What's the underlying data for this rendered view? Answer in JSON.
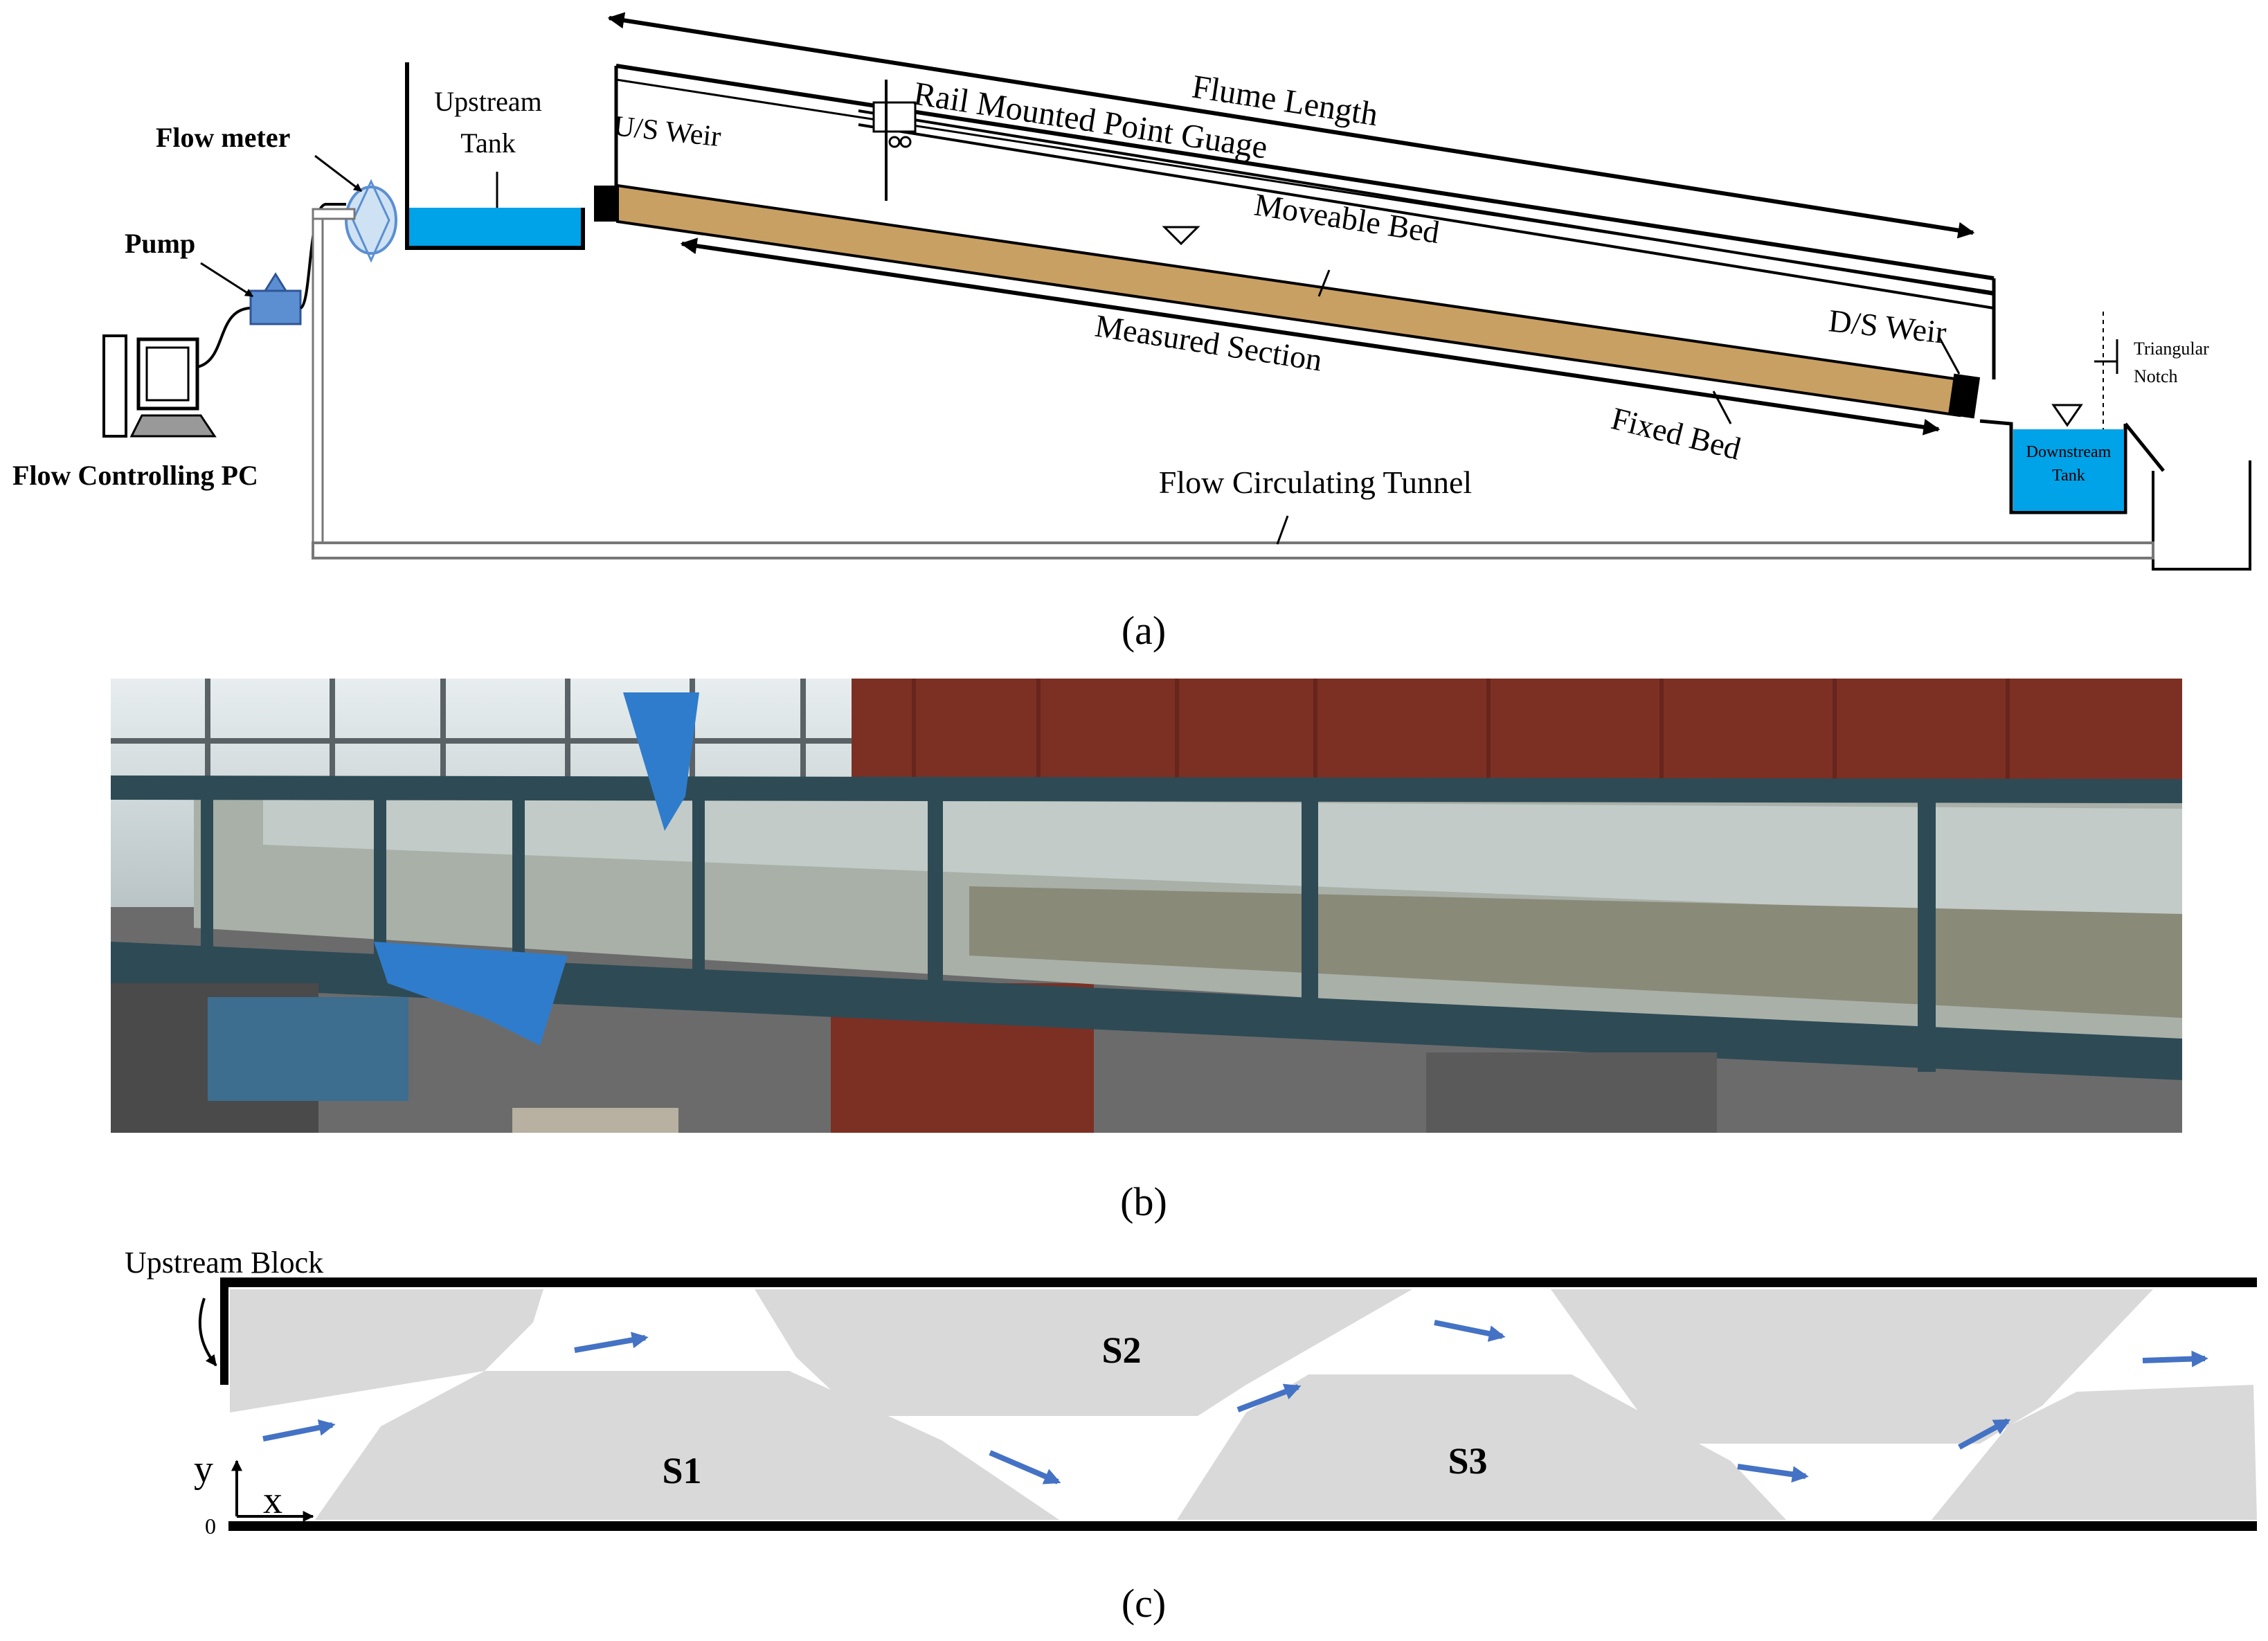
{
  "panel_a": {
    "caption": "(a)",
    "labels": {
      "flow_meter": "Flow meter",
      "pump": "Pump",
      "flow_controlling_pc": "Flow Controlling PC",
      "upstream_tank_line1": "Upstream",
      "upstream_tank_line2": "Tank",
      "us_weir": "U/S Weir",
      "rail_point_gauge": "Rail Mounted Point Guage",
      "flume_length": "Flume Length",
      "moveable_bed": "Moveable Bed",
      "measured_section": "Measured Section",
      "ds_weir": "D/S Weir",
      "fixed_bed": "Fixed Bed",
      "flow_circulating_tunnel": "Flow Circulating Tunnel",
      "triangular_notch_line1": "Triangular",
      "triangular_notch_line2": "Notch",
      "downstream_tank_line1": "Downstream",
      "downstream_tank_line2": "Tank"
    },
    "colors": {
      "water": "#00a2e8",
      "bed": "#c9a063",
      "pump": "#5b8fd1"
    }
  },
  "panel_b": {
    "caption": "(b)",
    "colors": {
      "curtain": "#7c3024",
      "steel": "#2e4a55",
      "window": "#cfd8da"
    }
  },
  "panel_c": {
    "caption": "(c)",
    "labels": {
      "upstream_block": "Upstream Block",
      "s1": "S1",
      "s2": "S2",
      "s3": "S3",
      "y_axis": "y",
      "x_axis": "x",
      "origin": "0"
    },
    "colors": {
      "block": "#d9d9d9",
      "arrow": "#4472c4"
    }
  }
}
